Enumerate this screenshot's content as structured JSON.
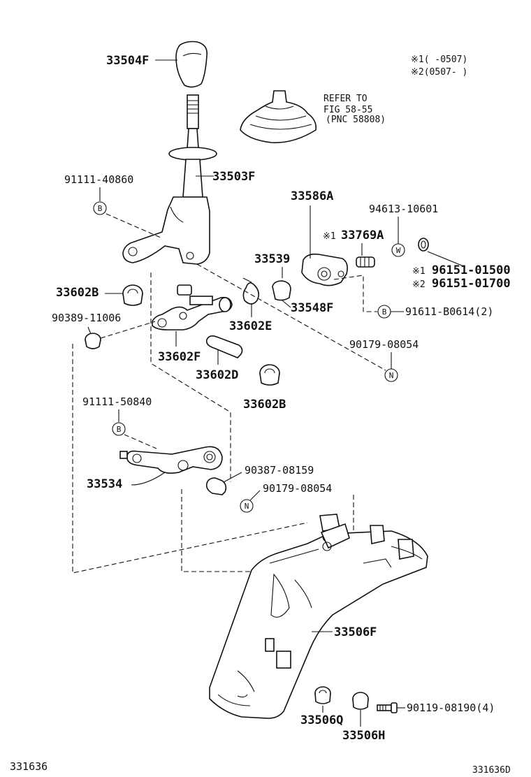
{
  "labels": {
    "p33504F": "33504F",
    "p33503F": "33503F",
    "p91111_40860": "91111-40860",
    "p33586A": "33586A",
    "p94613_10601": "94613-10601",
    "p33769A": "33769A",
    "p33539": "33539",
    "p96151_01500": "96151-01500",
    "p96151_01700": "96151-01700",
    "p33602B_a": "33602B",
    "p33548F": "33548F",
    "p91611_B0614": "91611-B0614(2)",
    "p90389_11006": "90389-11006",
    "p33602E": "33602E",
    "p90179_08054_a": "90179-08054",
    "p33602F": "33602F",
    "p33602D": "33602D",
    "p33602B_b": "33602B",
    "p91111_50840": "91111-50840",
    "p90387_08159": "90387-08159",
    "p33534": "33534",
    "p90179_08054_b": "90179-08054",
    "p33506F": "33506F",
    "p33506Q": "33506Q",
    "p33506H": "33506H",
    "p90119_08190": "90119-08190(4)"
  },
  "notes": {
    "legend1": "※1(      -0507)",
    "legend2": "※2(0507-    )",
    "refer1": "REFER TO",
    "refer2": "FIG 58-55",
    "refer3": "(PNC 58808)",
    "mark1": "※1",
    "mark2": "※2"
  },
  "circle_marks": {
    "B": "B",
    "W": "W",
    "N": "N"
  },
  "footer": {
    "left": "331636",
    "right": "331636D"
  }
}
